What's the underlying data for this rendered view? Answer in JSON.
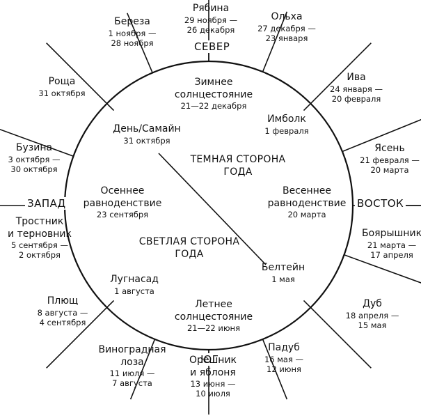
{
  "directions": {
    "north": "СЕВЕР",
    "south": "ЮГ",
    "west": "ЗАПАД",
    "east": "ВОСТОК"
  },
  "sides": {
    "dark": [
      "ТЕМНАЯ СТОРОНА",
      "ГОДА"
    ],
    "light": [
      "СВЕТЛАЯ СТОРОНА",
      "ГОДА"
    ]
  },
  "festivals": [
    {
      "key": "winter-solstice",
      "name": [
        "Зимнее",
        "солнцестояние"
      ],
      "date": [
        "21—22 декабря"
      ]
    },
    {
      "key": "imbolc",
      "name": [
        "Имболк"
      ],
      "date": [
        "1 февраля"
      ]
    },
    {
      "key": "spring-equinox",
      "name": [
        "Весеннее",
        "равноденствие"
      ],
      "date": [
        "20 марта"
      ]
    },
    {
      "key": "beltane",
      "name": [
        "Белтейн"
      ],
      "date": [
        "1 мая"
      ]
    },
    {
      "key": "summer-solstice",
      "name": [
        "Летнее",
        "солнцестояние"
      ],
      "date": [
        "21—22 июня"
      ]
    },
    {
      "key": "lughnasadh",
      "name": [
        "Лугнасад"
      ],
      "date": [
        "1 августа"
      ]
    },
    {
      "key": "autumn-equinox",
      "name": [
        "Осеннее",
        "равноденствие"
      ],
      "date": [
        "23 сентября"
      ]
    },
    {
      "key": "samhain",
      "name": [
        "День/Самайн"
      ],
      "date": [
        "31 октября"
      ]
    }
  ],
  "trees": [
    {
      "key": "rowan",
      "name": [
        "Рябина"
      ],
      "date": [
        "29 ноября —",
        "26 декабря"
      ]
    },
    {
      "key": "alder",
      "name": [
        "Ольха"
      ],
      "date": [
        "27 декабря —",
        "23 января"
      ]
    },
    {
      "key": "willow",
      "name": [
        "Ива"
      ],
      "date": [
        "24 января —",
        "20 февраля"
      ]
    },
    {
      "key": "ash",
      "name": [
        "Ясень"
      ],
      "date": [
        "21 февраля —",
        "20 марта"
      ]
    },
    {
      "key": "hawthorn",
      "name": [
        "Боярышник"
      ],
      "date": [
        "21 марта —",
        "17 апреля"
      ]
    },
    {
      "key": "oak",
      "name": [
        "Дуб"
      ],
      "date": [
        "18 апреля —",
        "15 мая"
      ]
    },
    {
      "key": "holly",
      "name": [
        "Падуб"
      ],
      "date": [
        "16 мая —",
        "12 июня"
      ]
    },
    {
      "key": "hazel-apple",
      "name": [
        "Орешник",
        "и яблоня"
      ],
      "date": [
        "13 июня —",
        "10 июля"
      ]
    },
    {
      "key": "vine",
      "name": [
        "Виноградная",
        "лоза"
      ],
      "date": [
        "11 июля —",
        "7 августа"
      ]
    },
    {
      "key": "ivy",
      "name": [
        "Плющ"
      ],
      "date": [
        "8 августа —",
        "4 сентября"
      ]
    },
    {
      "key": "blackthorn-reed",
      "name": [
        "Тростник",
        "и терновник"
      ],
      "date": [
        "5 сентября —",
        "2 октября"
      ]
    },
    {
      "key": "elder",
      "name": [
        "Бузина"
      ],
      "date": [
        "3 октября —",
        "30 октября"
      ]
    },
    {
      "key": "grove",
      "name": [
        "Роща"
      ],
      "date": [
        "31 октября"
      ]
    },
    {
      "key": "birch",
      "name": [
        "Береза"
      ],
      "date": [
        "1 ноября —",
        "28 ноября"
      ]
    }
  ]
}
